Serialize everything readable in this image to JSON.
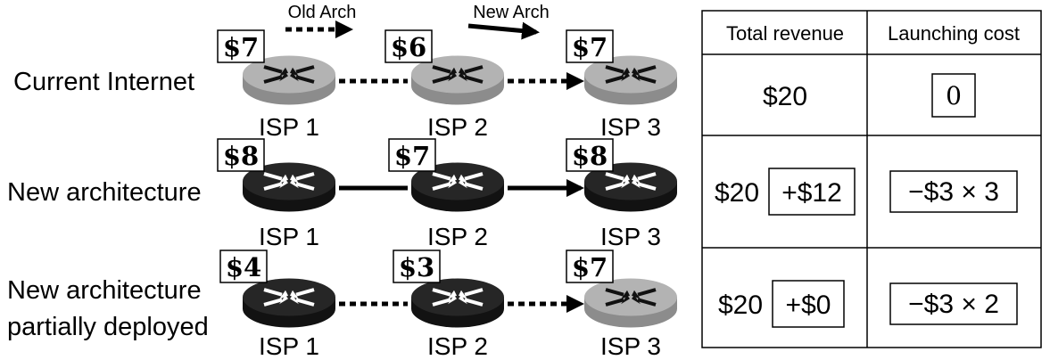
{
  "legend": {
    "old_arch": "Old Arch",
    "new_arch": "New Arch"
  },
  "isp_labels": [
    "ISP 1",
    "ISP 2",
    "ISP 3"
  ],
  "rows": [
    {
      "label_lines": [
        "Current Internet"
      ],
      "prices": [
        "$7",
        "$6",
        "$7"
      ],
      "routers": [
        "old",
        "old",
        "old"
      ],
      "links": [
        "old",
        "old"
      ],
      "revenue_base": "$20",
      "revenue_extra": "",
      "launch_cost": "0"
    },
    {
      "label_lines": [
        "New architecture"
      ],
      "prices": [
        "$8",
        "$7",
        "$8"
      ],
      "routers": [
        "new",
        "new",
        "new"
      ],
      "links": [
        "new",
        "new"
      ],
      "revenue_base": "$20",
      "revenue_extra": "+$12",
      "launch_cost": "−$3 × 3"
    },
    {
      "label_lines": [
        "New architecture",
        "partially deployed"
      ],
      "prices": [
        "$4",
        "$3",
        "$7"
      ],
      "routers": [
        "new",
        "new",
        "old"
      ],
      "links": [
        "old",
        "old"
      ],
      "revenue_base": "$20",
      "revenue_extra": "+$0",
      "launch_cost": "−$3 × 2"
    }
  ],
  "table": {
    "header_revenue": "Total revenue",
    "header_cost": "Launching cost"
  },
  "colors": {
    "old_router_top": "#b3b3b3",
    "old_router_side": "#8c8c8c",
    "new_router_top": "#262626",
    "new_router_side": "#121212"
  }
}
